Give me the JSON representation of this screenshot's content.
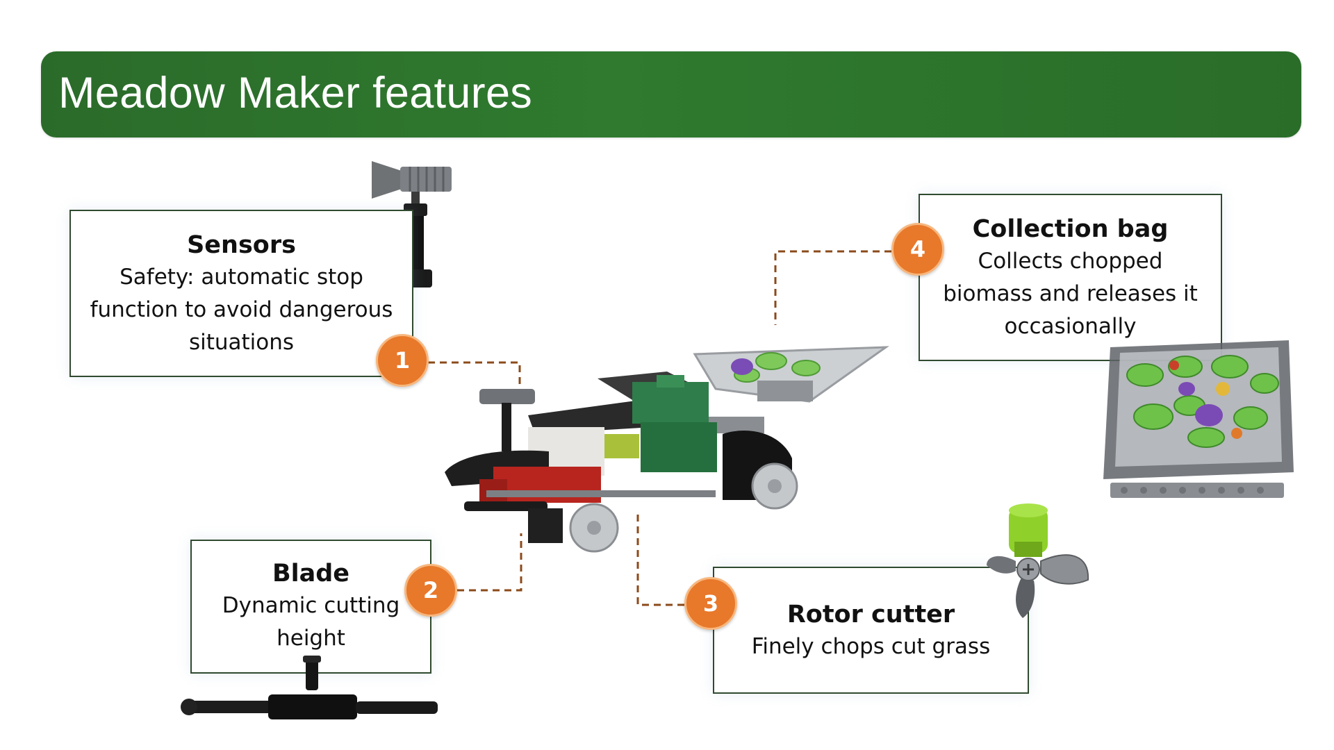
{
  "title": "Meadow Maker features",
  "colors": {
    "banner": "#2f7a2f",
    "badge": "#e8782a",
    "connector": "#8b4a1a",
    "box_border": "#2f4a2f"
  },
  "features": [
    {
      "number": "1",
      "title": "Sensors",
      "description_lines": [
        "Safety: automatic stop",
        "function to avoid dangerous",
        "situations"
      ]
    },
    {
      "number": "2",
      "title": "Blade",
      "description_lines": [
        "Dynamic cutting",
        "height"
      ]
    },
    {
      "number": "3",
      "title": "Rotor cutter",
      "description_lines": [
        "Finely chops cut grass"
      ]
    },
    {
      "number": "4",
      "title": "Collection bag",
      "description_lines": [
        "Collects chopped",
        "biomass and releases it",
        "occasionally"
      ]
    }
  ],
  "images": [
    {
      "icon": "sensor-part-icon"
    },
    {
      "icon": "blade-part-icon"
    },
    {
      "icon": "rotor-part-icon"
    },
    {
      "icon": "collection-bag-icon"
    },
    {
      "icon": "mower-robot-icon"
    }
  ]
}
